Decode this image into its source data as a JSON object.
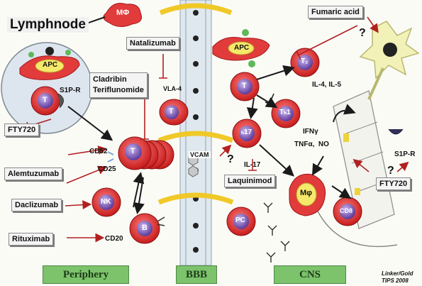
{
  "diagram": {
    "title": "Lymphnode",
    "regions": {
      "periphery": "Periphery",
      "bbb": "BBB",
      "cns": "CNS"
    },
    "drugs": {
      "natalizumab": "Natalizumab",
      "cladribin": "Cladribin",
      "teriflunomide": "Teriflunomide",
      "fty720_left": "FTY720",
      "fty720_right": "FTY720",
      "alemtuzumab": "Alemtuzumab",
      "daclizumab": "Daclizumab",
      "rituximab": "Rituximab",
      "laquinimod": "Laquinimod",
      "fumaric_acid": "Fumaric acid"
    },
    "cells": {
      "mphi_top": "MΦ",
      "apc_ln": "APC",
      "t_ln": "T",
      "t_main": "T",
      "t_bbb": "T",
      "nk": "NK",
      "b": "B",
      "apc_cns": "APC",
      "t_cns": "T",
      "th2": "T₂",
      "th1": "Tₕ1",
      "th17": "ₕ17",
      "pc": "PC",
      "mphi_cns": "Mφ",
      "cd8": "CD8"
    },
    "labels": {
      "s1pr_left": "S1P-R",
      "s1pr_right": "S1P-R",
      "vla4": "VLA-4",
      "vcam": "VCAM",
      "cd52": "CD52",
      "cd25": "CD25",
      "cd20": "CD20",
      "il17": "IL-17",
      "il4_il5": "IL-4, IL-5",
      "ifn": "IFNγ",
      "tnf_no": "TNFα,  NO",
      "q1": "?",
      "q2": "?",
      "q3": "?"
    },
    "citation": {
      "line1": "Linker/Gold",
      "line2": "TIPS 2008"
    }
  }
}
